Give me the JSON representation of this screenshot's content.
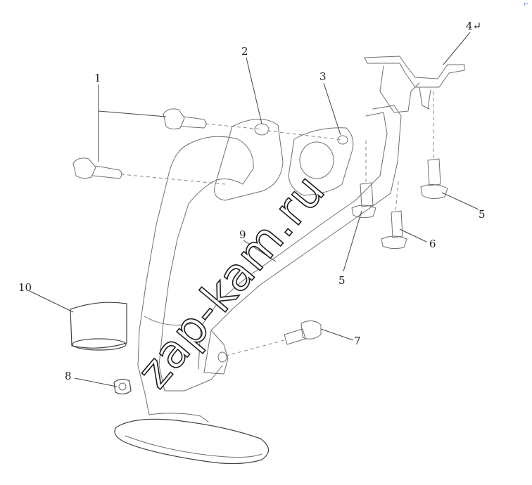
{
  "diagram": {
    "callouts": [
      {
        "id": "c1",
        "text": "1"
      },
      {
        "id": "c2",
        "text": "2"
      },
      {
        "id": "c3",
        "text": "3"
      },
      {
        "id": "c4",
        "text": "4↵"
      },
      {
        "id": "c5a",
        "text": "5"
      },
      {
        "id": "c5b",
        "text": "5"
      },
      {
        "id": "c6",
        "text": "6"
      },
      {
        "id": "c7",
        "text": "7"
      },
      {
        "id": "c8",
        "text": "8"
      },
      {
        "id": "c9",
        "text": "9"
      },
      {
        "id": "c10",
        "text": "10"
      }
    ]
  },
  "watermark": {
    "text": "zap-kam.ru"
  },
  "corner_mark": {
    "text": "⌐"
  }
}
